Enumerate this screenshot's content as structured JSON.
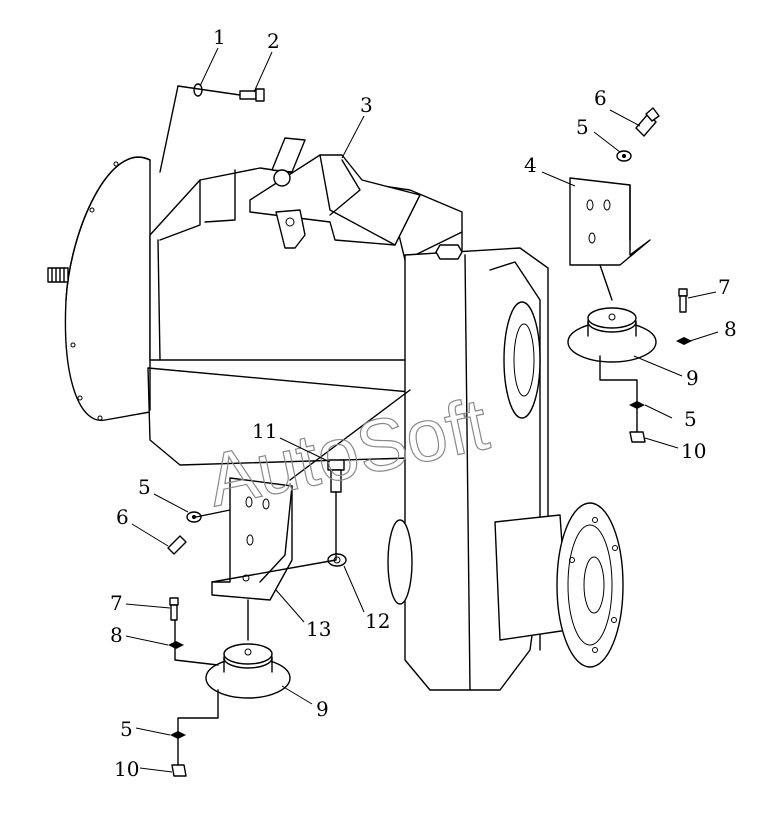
{
  "diagram": {
    "watermark": "AutoSoft",
    "callouts": [
      {
        "id": "c1",
        "text": "1"
      },
      {
        "id": "c2",
        "text": "2"
      },
      {
        "id": "c3",
        "text": "3"
      },
      {
        "id": "c4",
        "text": "4"
      },
      {
        "id": "c5a",
        "text": "5"
      },
      {
        "id": "c6a",
        "text": "6"
      },
      {
        "id": "c7a",
        "text": "7"
      },
      {
        "id": "c8a",
        "text": "8"
      },
      {
        "id": "c9a",
        "text": "9"
      },
      {
        "id": "c5b",
        "text": "5"
      },
      {
        "id": "c10a",
        "text": "10"
      },
      {
        "id": "c11",
        "text": "11"
      },
      {
        "id": "c5c",
        "text": "5"
      },
      {
        "id": "c6b",
        "text": "6"
      },
      {
        "id": "c12",
        "text": "12"
      },
      {
        "id": "c13",
        "text": "13"
      },
      {
        "id": "c7b",
        "text": "7"
      },
      {
        "id": "c8b",
        "text": "8"
      },
      {
        "id": "c9b",
        "text": "9"
      },
      {
        "id": "c5d",
        "text": "5"
      },
      {
        "id": "c10b",
        "text": "10"
      }
    ]
  }
}
